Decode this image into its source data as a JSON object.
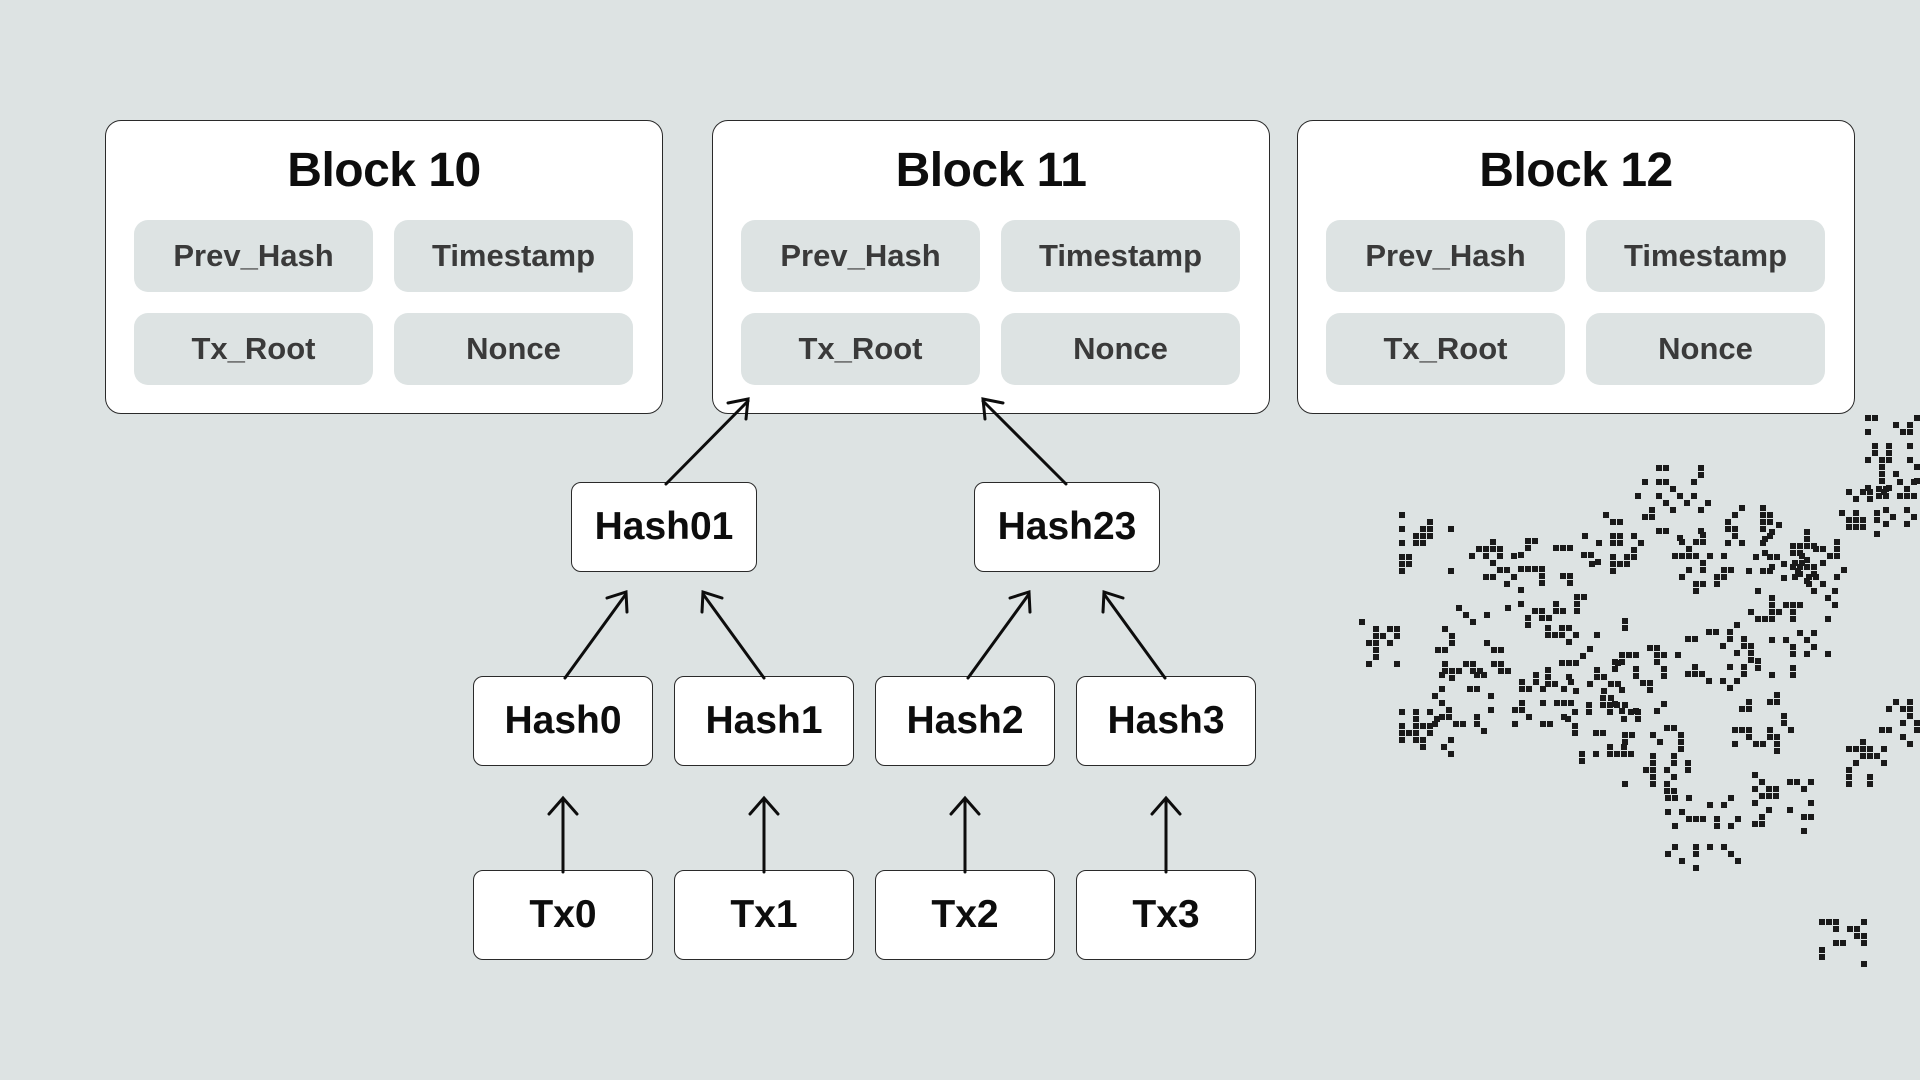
{
  "blocks": [
    {
      "title": "Block 10",
      "fields": {
        "prev_hash": "Prev_Hash",
        "timestamp": "Timestamp",
        "tx_root": "Tx_Root",
        "nonce": "Nonce"
      }
    },
    {
      "title": "Block 11",
      "fields": {
        "prev_hash": "Prev_Hash",
        "timestamp": "Timestamp",
        "tx_root": "Tx_Root",
        "nonce": "Nonce"
      }
    },
    {
      "title": "Block 12",
      "fields": {
        "prev_hash": "Prev_Hash",
        "timestamp": "Timestamp",
        "tx_root": "Tx_Root",
        "nonce": "Nonce"
      }
    }
  ],
  "merkle": {
    "level2": [
      "Hash01",
      "Hash23"
    ],
    "level1": [
      "Hash0",
      "Hash1",
      "Hash2",
      "Hash3"
    ],
    "transactions": [
      "Tx0",
      "Tx1",
      "Tx2",
      "Tx3"
    ]
  },
  "colors": {
    "background": "#dde3e3",
    "card": "#ffffff",
    "field": "#dde3e3",
    "stroke": "#0d0d0d"
  }
}
